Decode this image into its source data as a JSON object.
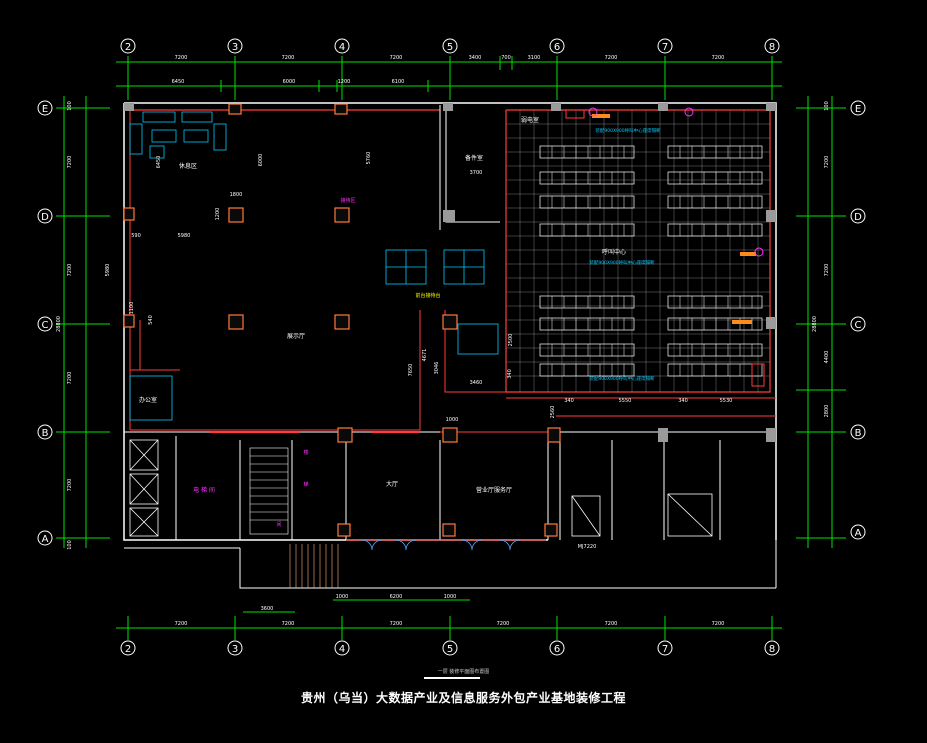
{
  "drawing": {
    "title": "贵州（乌当）大数据产业及信息服务外包产业基地装修工程",
    "subtitle": "一层 装修平面图布置图"
  },
  "grid_axes": {
    "columns": [
      "2",
      "3",
      "4",
      "5",
      "6",
      "7",
      "8"
    ],
    "rows": [
      "E",
      "D",
      "C",
      "B",
      "A"
    ]
  },
  "dimensions": {
    "top_spans": [
      "7200",
      "7200",
      "7200",
      "3400",
      "700",
      "3100",
      "7200",
      "7200"
    ],
    "top_inner": [
      "6450",
      "6000",
      "1200",
      "6100"
    ],
    "bottom_spans": [
      "7200",
      "7200",
      "7200",
      "7200",
      "7200",
      "7200"
    ],
    "bottom_inner": [
      "3600",
      "1000",
      "6200",
      "1000"
    ],
    "left_spans": [
      "7200",
      "7200",
      "7200",
      "7200"
    ],
    "left_total": "28800",
    "left_small": [
      "100",
      "100"
    ],
    "right_spans": [
      "7200",
      "7200",
      "4400",
      "2800"
    ],
    "right_total": "28800",
    "right_small": [
      "100"
    ],
    "interior": {
      "d6450": "6450",
      "d6000": "6000",
      "d5760": "5760",
      "d1800": "1800",
      "d1200": "1200",
      "d590": "590",
      "d5980a": "5980",
      "d5980b": "5980",
      "d3700": "3700",
      "d7650": "7650",
      "d4671": "4671",
      "d3046": "3046",
      "d3460": "3460",
      "d2500": "2500",
      "d1000": "1000",
      "d2560": "2560",
      "d340a": "340",
      "d5550": "5550",
      "d340b": "340",
      "d5530": "5530",
      "d340c": "340",
      "d540": "540",
      "d1100": "1100"
    }
  },
  "rooms": {
    "lounge": "休息区",
    "exhibition": "展示厅",
    "office": "办公室",
    "elevator": "电 梯 间",
    "lobby": "大厅",
    "storage": "备件室",
    "call_center": "呼叫中心",
    "service_hall": "营业厅服务厅",
    "weak_room": "弱电室",
    "shaft": "MJ7220",
    "reception": "接待区",
    "info_desk": "前台接待台",
    "call_note_1": "装配900X900呼叫中心座席隔断",
    "call_note_2": "装配900X900呼叫中心座席隔断",
    "call_note_3": "装配900X900呼叫中心座席隔断",
    "stair_1": "楼",
    "stair_2": "梯",
    "stair_3": "间"
  },
  "colors": {
    "background": "#000000",
    "axis": "#00e000",
    "wall": "#ff3c3c",
    "column": "#ff7a3a",
    "furniture": "#00c8ff",
    "grid": "#d0d0d0",
    "label_magenta": "#ff33ff",
    "label_yellow": "#ffff00",
    "white": "#ffffff"
  }
}
